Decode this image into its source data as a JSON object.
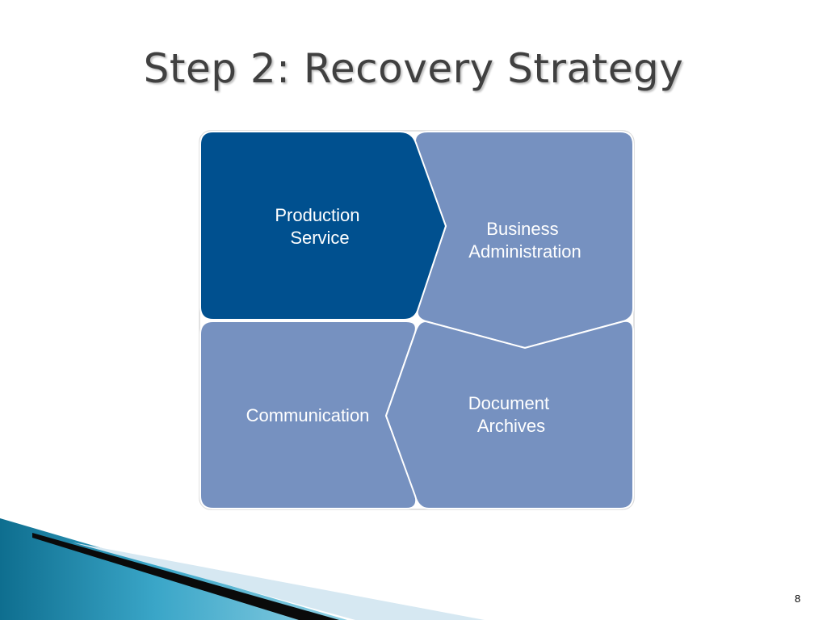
{
  "slide": {
    "title": "Step 2: Recovery Strategy",
    "page_number": "8"
  },
  "diagram": {
    "segments": [
      {
        "id": "production-service",
        "lines": [
          "Production",
          "Service"
        ],
        "color": "#00508f"
      },
      {
        "id": "business-administration",
        "lines": [
          "Business",
          "Administration"
        ],
        "color": "#7691c0"
      },
      {
        "id": "communication",
        "lines": [
          "Communication"
        ],
        "color": "#7691c0"
      },
      {
        "id": "document-archives",
        "lines": [
          "Document",
          "Archives"
        ],
        "color": "#7691c0"
      }
    ]
  },
  "colors": {
    "active_segment": "#00508f",
    "segment": "#7691c0",
    "title_text": "#404040",
    "accent_teal": "#1a7fa6"
  }
}
